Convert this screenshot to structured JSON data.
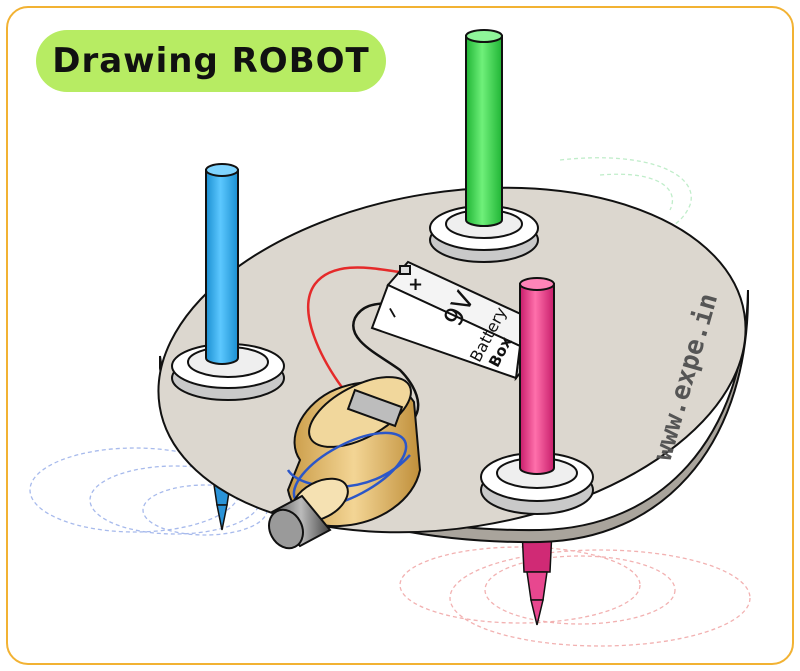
{
  "title": "Drawing ROBOT",
  "battery": {
    "voltage": "9V",
    "line1": "Battery",
    "line2": "Box",
    "plus": "+",
    "minus": "−"
  },
  "website": "www.expe.in",
  "colors": {
    "frame": "#f2b233",
    "title_bg": "#b7ec63",
    "platform": "#dcd7cf",
    "pen_blue": "#22b0f5",
    "pen_green": "#33dd4a",
    "pen_pink": "#f03c8c",
    "motor": "#e7c27a",
    "wire_red": "#e52a2a"
  }
}
